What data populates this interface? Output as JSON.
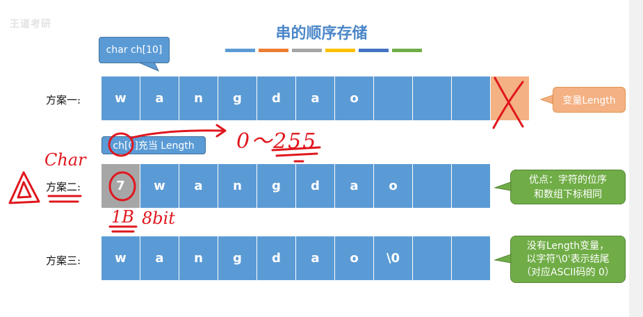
{
  "slide": {
    "title": "串的顺序存储",
    "watermark": "王道考研",
    "deco_colors": [
      "#5b9bd5",
      "#ed7d31",
      "#a5a5a5",
      "#ffc000",
      "#4472c4",
      "#70ad47"
    ]
  },
  "schemes": [
    {
      "label": "方案一:",
      "cells": [
        "w",
        "a",
        "n",
        "g",
        "d",
        "a",
        "o",
        "",
        "",
        ""
      ],
      "extra": ""
    },
    {
      "label": "方案二:",
      "first_cell": "7",
      "cells": [
        "w",
        "a",
        "n",
        "g",
        "d",
        "a",
        "o",
        "",
        ""
      ]
    },
    {
      "label": "方案三:",
      "cells": [
        "w",
        "a",
        "n",
        "g",
        "d",
        "a",
        "o",
        "\\0",
        "",
        ""
      ]
    }
  ],
  "callouts": {
    "char_decl": "char ch[10]",
    "length_var": "变量Length",
    "ch0_as_length": "ch[0]充当 Length",
    "advantage": [
      "优点：字符的位序",
      "和数组下标相同"
    ],
    "no_length": [
      "没有Length变量，",
      "以字符'\\0'表示结尾",
      "（对应ASCII码的 0）"
    ]
  },
  "handwriting": {
    "range": "0～255",
    "char": "Char",
    "byte": "1B",
    "bits": "8bit"
  },
  "colors": {
    "cell_blue": "#5b9bd5",
    "cell_gray": "#a6a6a6",
    "cell_orange": "#f4b183",
    "callout_green": "#70ad47",
    "ink_red": "#e0161d",
    "title_blue": "#4a86c8"
  }
}
